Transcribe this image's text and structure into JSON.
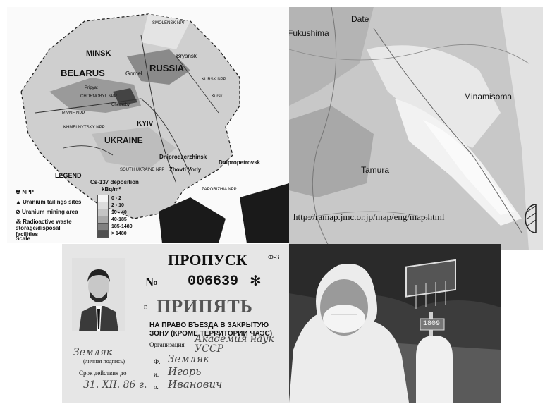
{
  "map1": {
    "countries": [
      "BELARUS",
      "RUSSIA",
      "UKRAINE"
    ],
    "cities": [
      "MINSK",
      "Gomel",
      "Bryansk",
      "KYIV",
      "Dniprodzerzhinsk",
      "Zhovti Vody",
      "Dnipropetrovsk",
      "Chernobyl",
      "Pripyat",
      "Kursk"
    ],
    "npp_labels": [
      "SMOLENSK NPP",
      "KURSK NPP",
      "RIVNE NPP",
      "KHMELNYTSKY NPP",
      "SOUTH UKRAINE NPP",
      "ZAPORIZHIA NPP",
      "CHORNOBYL NPP"
    ],
    "legend": {
      "title": "LEGEND",
      "items": [
        "NPP",
        "Uranium tailings sites",
        "Uranium mining area",
        "Radioactive waste storage/disposal facilities"
      ],
      "scale_label": "Scale",
      "cs_title": "Cs-137 deposition",
      "cs_unit": "kBq/m²",
      "cs_classes": [
        {
          "label": "0 - 2",
          "color": "#f4f4f4"
        },
        {
          "label": "2 - 10",
          "color": "#dcdcdc"
        },
        {
          "label": "10 - 40",
          "color": "#c4c4c4"
        },
        {
          "label": "40-185",
          "color": "#a8a8a8"
        },
        {
          "label": "185-1480",
          "color": "#808080"
        },
        {
          "label": "> 1480",
          "color": "#505050"
        }
      ]
    }
  },
  "map2": {
    "places": [
      "Date",
      "Fukushima",
      "Minamisoma",
      "Tamura"
    ],
    "url": "http://ramap.jmc.or.jp/map/eng/map.html"
  },
  "pass": {
    "title": "ПРОПУСК",
    "form_code": "Ф-3",
    "number_prefix": "№",
    "number": "006639",
    "city_prefix": "г.",
    "city": "ПРИПЯТЬ",
    "zone_line1": "НА ПРАВО ВЪЕЗДА В ЗАКРЫТУЮ",
    "zone_line2": "ЗОНУ (КРОМЕ ТЕРРИТОРИИ ЧАЭС)",
    "org_label": "Организация",
    "org_value": "Академия наук УССР",
    "sig_label": "(личная подпись)",
    "f_label": "Ф.",
    "f_value": "Земляк",
    "i_label": "и.",
    "i_value": "Игорь",
    "o_label": "о.",
    "o_value": "Иванович",
    "validity_label": "Срок действия до",
    "validity_value": "31. XII. 86 г.",
    "signature": "Земляк"
  },
  "photo": {
    "meter_reading": "1809"
  }
}
